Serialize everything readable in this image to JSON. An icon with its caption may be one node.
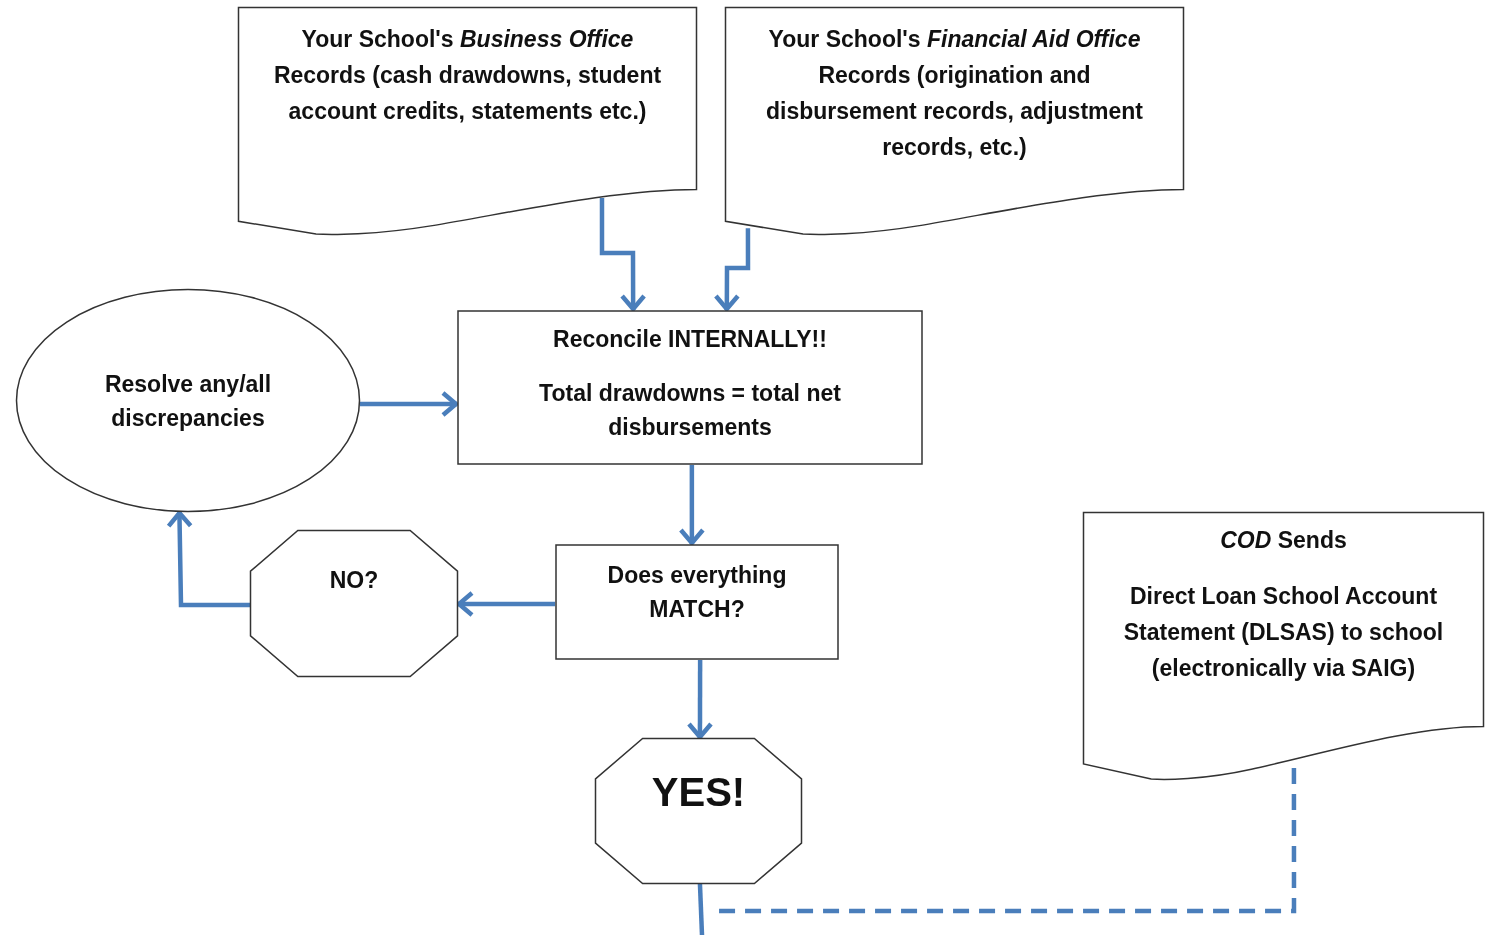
{
  "diagram": {
    "nodes": [
      {
        "text": [
          "Your School's *Business Office* Records (cash drawdowns, student account credits, statements etc.)"
        ]
      },
      {
        "text": [
          "Your School's *Financial Aid Office* Records (origination and disbursement records, adjustment records, etc.)"
        ]
      },
      {
        "text": [
          "Resolve any/all discrepancies"
        ]
      },
      {
        "text": [
          "Reconcile INTERNALLY!!",
          "Total drawdowns = total net disbursements"
        ]
      },
      {
        "text": [
          "*COD* Sends",
          "Direct Loan School Account Statement (DLSAS) to school (electronically via SAIG)"
        ]
      },
      {
        "text": [
          "NO?"
        ]
      },
      {
        "text": [
          "Does everything MATCH?"
        ]
      },
      {
        "text": [
          "YES!"
        ]
      }
    ],
    "edges": [
      {
        "from": 0,
        "to": 3,
        "arrow": "to"
      },
      {
        "from": 1,
        "to": 3,
        "arrow": "to"
      },
      {
        "from": 2,
        "to": 3,
        "arrow": "to"
      },
      {
        "from": 3,
        "to": 6,
        "arrow": "to"
      },
      {
        "from": 6,
        "to": 5,
        "arrow": "to"
      },
      {
        "from": 5,
        "to": 2,
        "arrow": "to"
      },
      {
        "from": 6,
        "to": 7,
        "arrow": "to"
      },
      {
        "from": 7,
        "to": null,
        "arrow": "none"
      },
      {
        "from": 4,
        "to": null,
        "arrow": "none",
        "style": "dashed"
      }
    ]
  }
}
